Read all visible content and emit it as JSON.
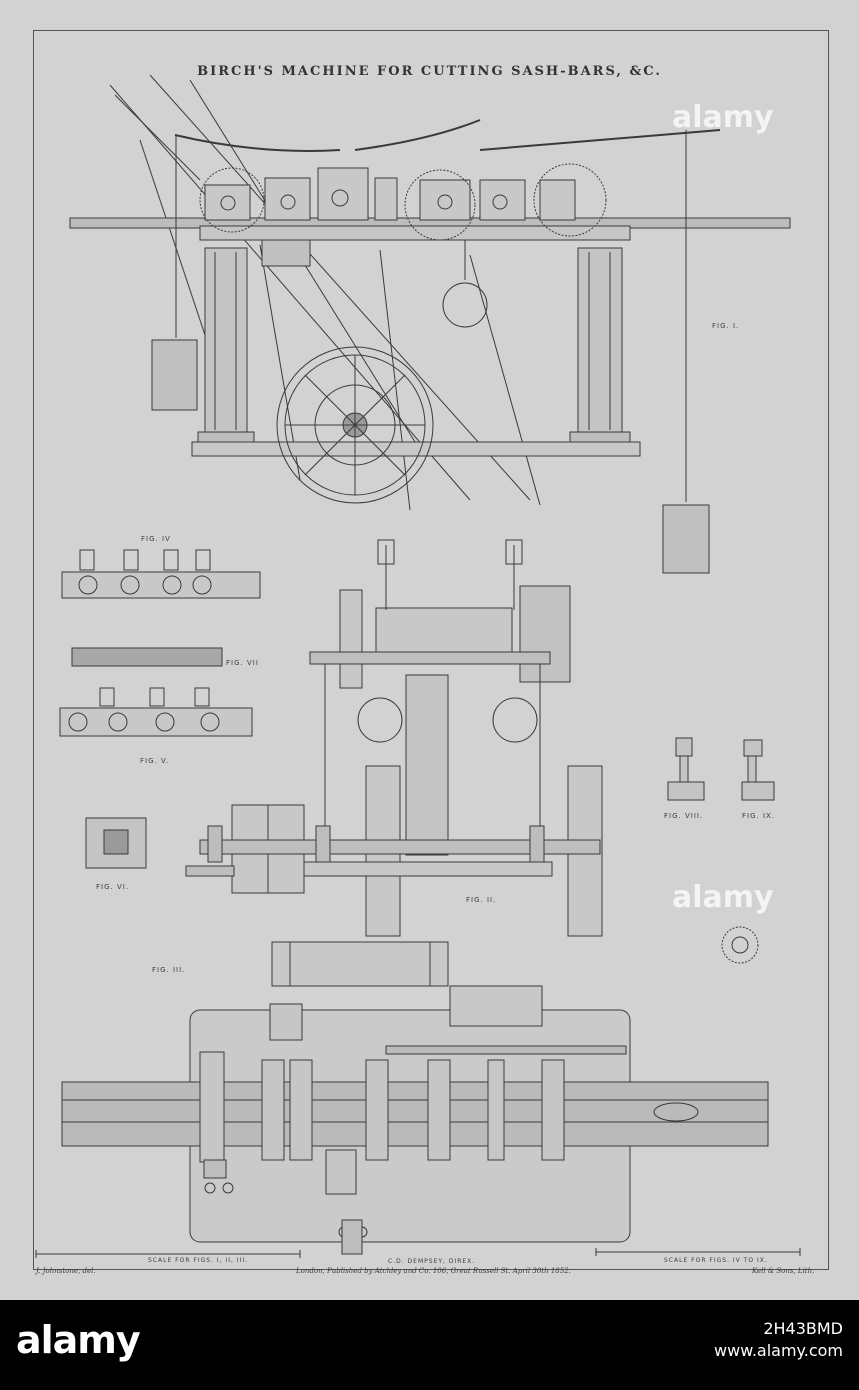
{
  "plate": {
    "title": "BIRCH'S MACHINE FOR CUTTING SASH-BARS, &C.",
    "figure_labels": {
      "fig1": "FIG. I.",
      "fig2": "FIG. II.",
      "fig3": "FIG. III.",
      "fig4": "FIG. IV",
      "fig5": "FIG. V.",
      "fig6": "FIG. VI.",
      "fig7": "FIG. VII",
      "fig8": "FIG. VIII.",
      "fig9": "FIG. IX."
    },
    "scale_left": "SCALE FOR FIGS. I, II, III.",
    "scale_right": "SCALE FOR FIGS. IV TO IX.",
    "director": "C.D. DEMPSEY, DIREX.",
    "draughtsman": "J. Johnstone, del.",
    "publisher": "London, Published by Atchley and Co. 106, Great Russell St. April 30th 1852.",
    "lithographer": "Kell & Sons, Lith."
  },
  "stock_footer": {
    "logo": "alamy",
    "image_id": "2H43BMD",
    "site": "www.alamy.com"
  },
  "watermark_text": "alamy",
  "colors": {
    "paper": "#d2d2d2",
    "ink": "#3c3c3c",
    "footer": "#000000"
  }
}
